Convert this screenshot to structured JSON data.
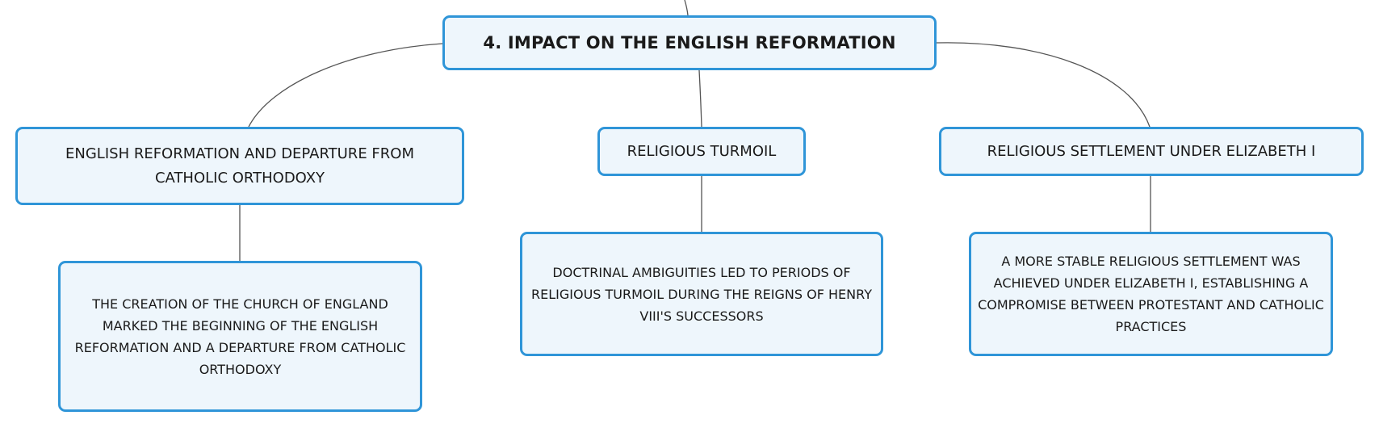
{
  "diagram": {
    "root": {
      "label": "4. IMPACT ON THE ENGLISH REFORMATION"
    },
    "branches": [
      {
        "label": "ENGLISH REFORMATION AND DEPARTURE FROM CATHOLIC ORTHODOXY",
        "detail": "THE CREATION OF THE CHURCH OF ENGLAND MARKED THE BEGINNING OF THE ENGLISH REFORMATION AND A DEPARTURE FROM CATHOLIC ORTHODOXY"
      },
      {
        "label": "RELIGIOUS TURMOIL",
        "detail": "DOCTRINAL AMBIGUITIES LED TO PERIODS OF RELIGIOUS TURMOIL DURING THE REIGNS OF HENRY VIII'S SUCCESSORS"
      },
      {
        "label": "RELIGIOUS SETTLEMENT UNDER ELIZABETH I",
        "detail": "A MORE STABLE RELIGIOUS SETTLEMENT WAS ACHIEVED UNDER ELIZABETH I, ESTABLISHING A COMPROMISE BETWEEN PROTESTANT AND CATHOLIC PRACTICES"
      }
    ],
    "colors": {
      "node_fill": "#eef6fc",
      "node_border": "#2f95d8",
      "connector": "#555555",
      "text": "#1a1a1a"
    }
  }
}
